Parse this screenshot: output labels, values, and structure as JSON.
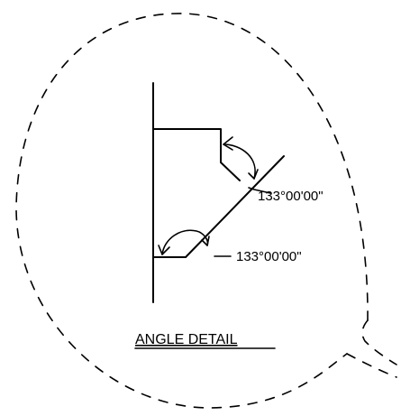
{
  "drawing": {
    "title": "ANGLE DETAIL",
    "angle_upper": "133°00'00\"",
    "angle_lower": "133°00'00\""
  }
}
